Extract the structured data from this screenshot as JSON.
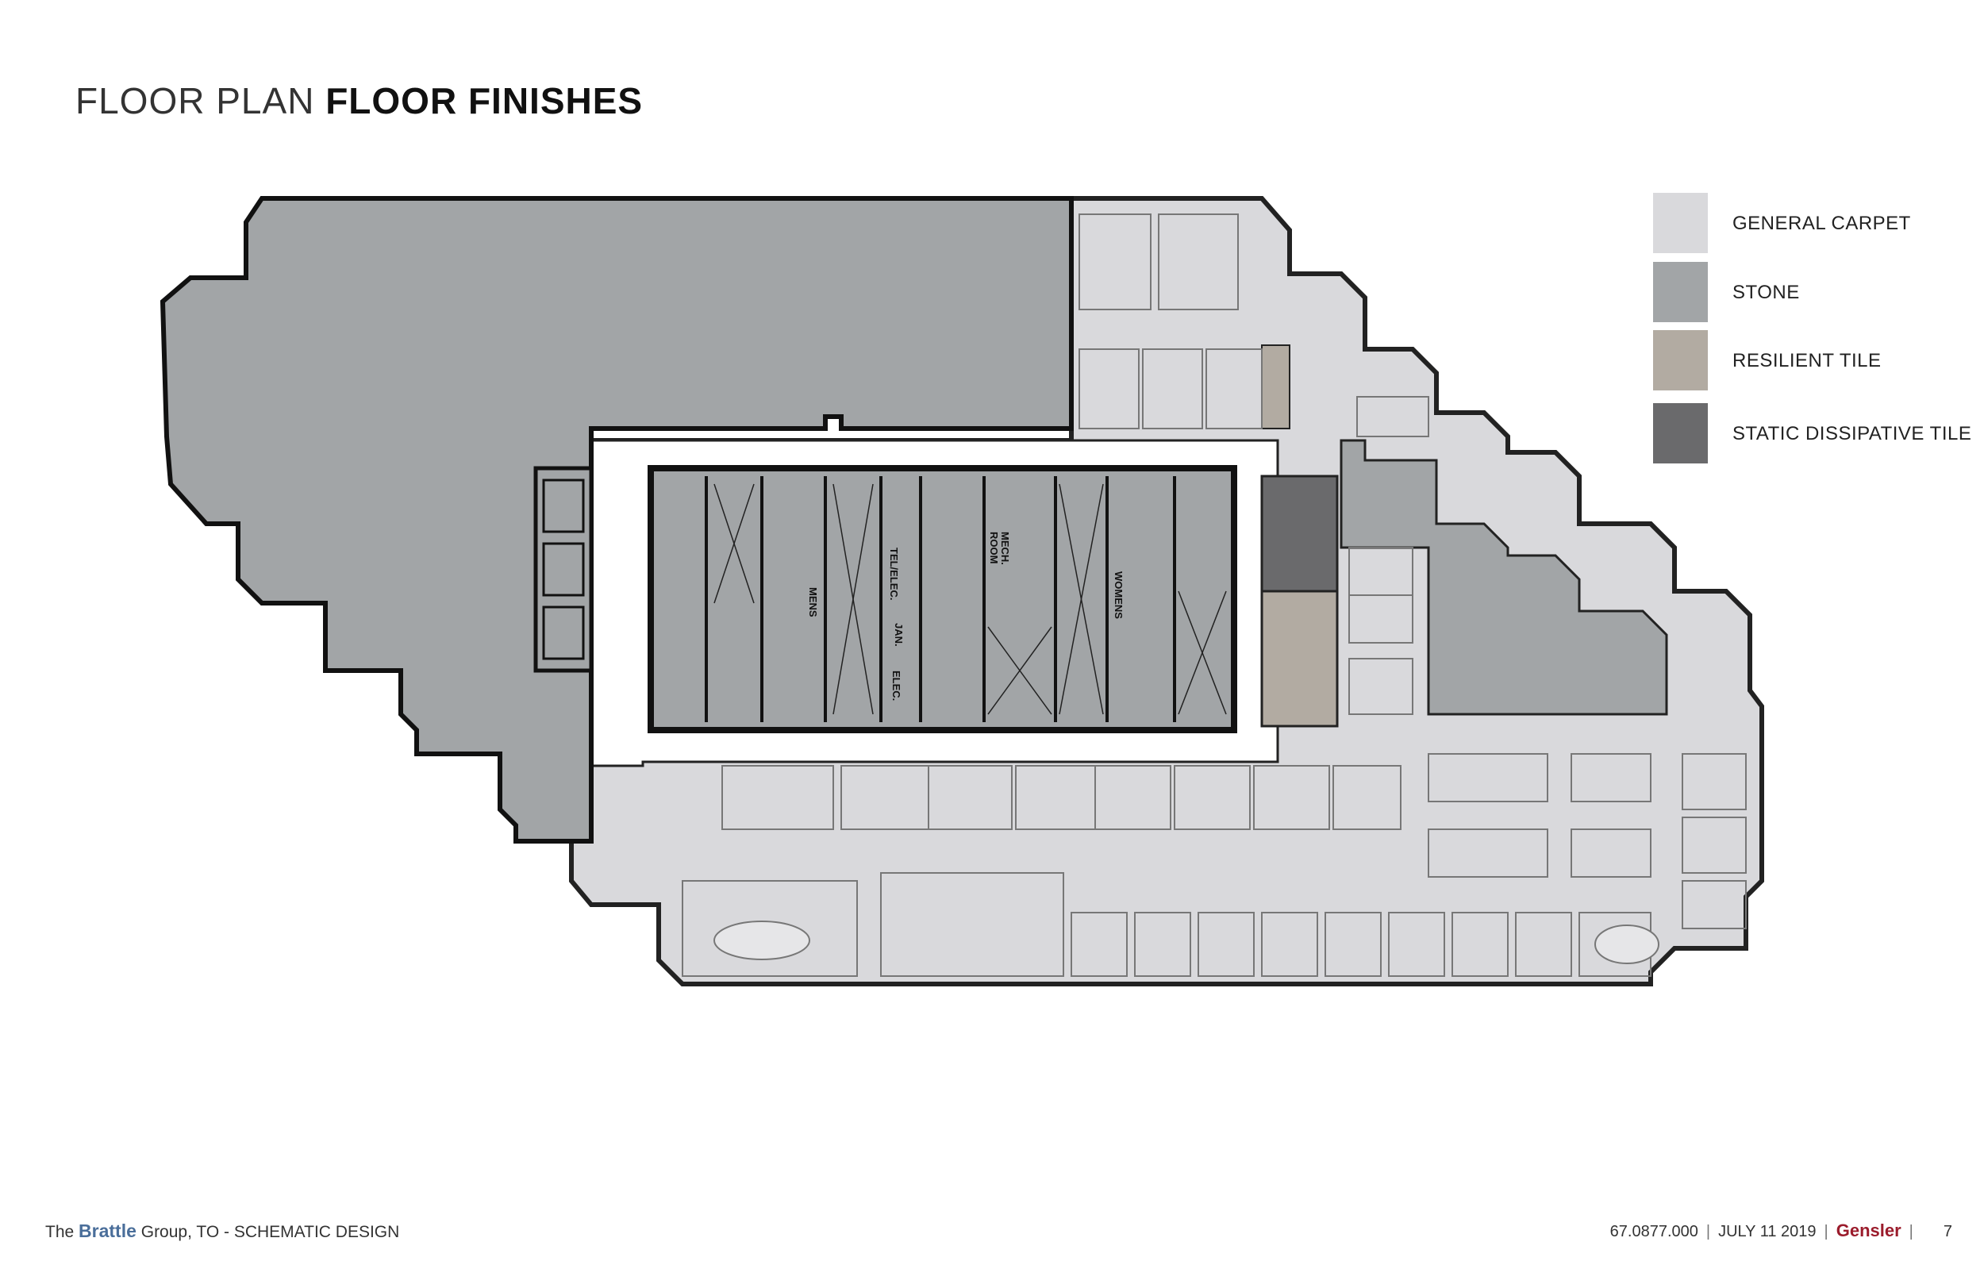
{
  "title": {
    "light": "FLOOR PLAN",
    "bold": "FLOOR FINISHES"
  },
  "legend": [
    {
      "label": "GENERAL CARPET",
      "color": "#d9d9dc"
    },
    {
      "label": "STONE",
      "color": "#a2a5a7"
    },
    {
      "label": "RESILIENT TILE",
      "color": "#b2aba2"
    },
    {
      "label": "STATIC DISSIPATIVE TILE",
      "color": "#6a6a6c"
    }
  ],
  "rooms": {
    "tel_elec": "TEL/ELEC.",
    "mech_room_1": "MECH.",
    "mech_room_2": "ROOM",
    "mens": "MENS",
    "womens": "WOMENS",
    "jan": "JAN.",
    "elec": "ELEC."
  },
  "footer": {
    "prefix": "The",
    "brand": "Brattle",
    "suffix": "Group, TO  - SCHEMATIC DESIGN",
    "project_no": "67.0877.000",
    "date": "JULY 11 2019",
    "firm": "Gensler",
    "page": "7"
  }
}
